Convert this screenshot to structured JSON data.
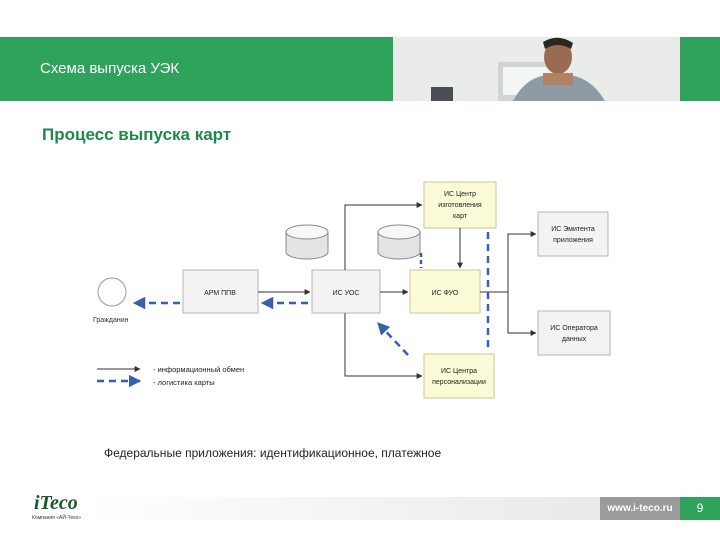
{
  "header": {
    "title": "Схема выпуска УЭК"
  },
  "subtitle": "Процесс выпуска карт",
  "diagram": {
    "nodes": {
      "citizen_label": "Гражданин",
      "arm": "АРМ ППВ",
      "is_uos": "ИС УОС",
      "is_fuo": "ИС ФУО",
      "is_center_manufacture": [
        "ИС Центр",
        "изготовления",
        "карт"
      ],
      "is_emitter": [
        "ИС Эмитента",
        "приложения"
      ],
      "is_operator": [
        "ИС Оператора",
        "данных"
      ],
      "is_center_personalization": [
        "ИС Центра",
        "персонализации"
      ]
    },
    "legend": {
      "info_flow": "- информационный обмен",
      "card_logistics": "- логистика карты"
    }
  },
  "caption": "Федеральные приложения: идентификационное, платежное",
  "footer": {
    "logo": "iTeco",
    "logo_sub": "Компания «АЙ-Теко»",
    "url": "www.i-teco.ru",
    "page": "9"
  },
  "colors": {
    "brand_green": "#2fa35c",
    "box_fill": "#f3f3f3",
    "highlight_fill": "#fbfbd8",
    "arrow_blue": "#3a5fb0"
  }
}
